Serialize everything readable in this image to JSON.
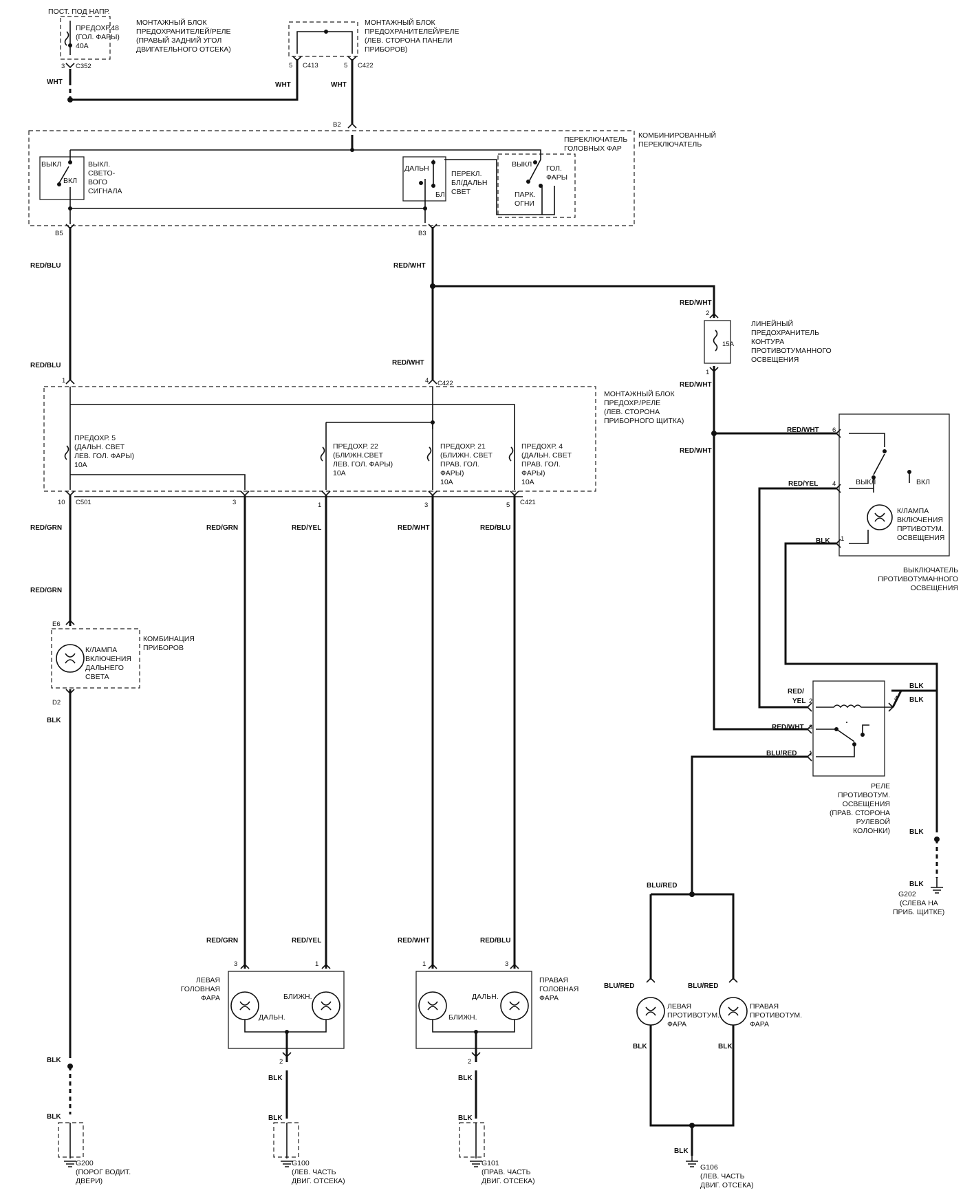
{
  "wire_colors": {
    "wht": "WHT",
    "red_blu": "RED/BLU",
    "red_wht": "RED/WHT",
    "red_grn": "RED/GRN",
    "red_yel": "RED/YEL",
    "red_slash": "RED/",
    "yel": "YEL",
    "blk": "BLK",
    "blu_red": "BLU/RED"
  },
  "connectors": {
    "c352": "C352",
    "c413": "C413",
    "c422": "C422",
    "c501": "C501",
    "c421": "C421",
    "b2": "B2",
    "b5": "B5",
    "b3": "B3",
    "e6": "E6",
    "d2": "D2"
  },
  "pins": {
    "p1": "1",
    "p2": "2",
    "p3": "3",
    "p4": "4",
    "p5": "5",
    "p6": "6",
    "p10": "10"
  },
  "labels": {
    "hot": "ПОСТ. ПОД НАПР.",
    "fuse48": [
      "ПРЕДОХР.48",
      "(ГОЛ. ФАРЫ)",
      "40А"
    ],
    "uhf_block": [
      "МОНТАЖНЫЙ БЛОК",
      "ПРЕДОХРАНИТЕЛЕЙ/РЕЛЕ",
      "(ПРАВЫЙ ЗАДНИЙ УГОЛ",
      "ДВИГАТЕЛЬНОГО ОТСЕКА)"
    ],
    "dash_block": [
      "МОНТАЖНЫЙ БЛОК",
      "ПРЕДОХРАНИТЕЛЕЙ/РЕЛЕ",
      "(ЛЕВ. СТОРОНА ПАНЕЛИ",
      "ПРИБОРОВ)"
    ],
    "headlight_switch": [
      "ПЕРЕКЛЮЧАТЕЛЬ",
      "ГОЛОВНЫХ ФАР"
    ],
    "combination_switch": [
      "КОМБИНИРОВАННЫЙ",
      "ПЕРЕКЛЮЧАТЕЛЬ"
    ],
    "off": "ВЫКЛ",
    "on": "ВКЛ",
    "passing": [
      "ВЫКЛ.",
      "СВЕТО-",
      "ВОГО",
      "СИГНАЛА"
    ],
    "high": "ДАЛЬН",
    "low_short": "БЛ",
    "dimmer": [
      "ПЕРЕКЛ.",
      "БЛ/ДАЛЬН",
      "СВЕТ"
    ],
    "head_pos": [
      "ГОЛ.",
      "ФАРЫ"
    ],
    "park_pos": [
      "ПАРК.",
      "ОГНИ"
    ],
    "inline_fuse": [
      "ЛИНЕЙНЫЙ",
      "ПРЕДОХРАНИТЕЛЬ",
      "КОНТУРА",
      "ПРОТИВОТУМАННОГО",
      "ОСВЕЩЕНИЯ"
    ],
    "fuse15": "15А",
    "dash_block2": [
      "МОНТАЖНЫЙ БЛОК",
      "ПРЕДОХР./РЕЛЕ",
      "(ЛЕВ. СТОРОНА",
      "ПРИБОРНОГО ЩИТКА)"
    ],
    "fuse5": [
      "ПРЕДОХР. 5",
      "(ДАЛЬН. СВЕТ",
      "ЛЕВ. ГОЛ. ФАРЫ)",
      "10А"
    ],
    "fuse22": [
      "ПРЕДОХР. 22",
      "(БЛИЖН.СВЕТ",
      "ЛЕВ. ГОЛ. ФАРЫ)",
      "10А"
    ],
    "fuse21": [
      "ПРЕДОХР. 21",
      "(БЛИЖН. СВЕТ",
      "ПРАВ. ГОЛ.",
      "ФАРЫ)",
      "10А"
    ],
    "fuse4": [
      "ПРЕДОХР. 4",
      "(ДАЛЬН. СВЕТ",
      "ПРАВ. ГОЛ.",
      "ФАРЫ)",
      "10А"
    ],
    "fog_ind": [
      "К/ЛАМПА",
      "ВКЛЮЧЕНИЯ",
      "ПРТИВОТУМ.",
      "ОСВЕЩЕНИЯ"
    ],
    "fog_switch": [
      "ВЫКЛЮЧАТЕЛЬ",
      "ПРОТИВОТУМАННОГО",
      "ОСВЕЩЕНИЯ"
    ],
    "cluster": [
      "КОМБИНАЦИЯ",
      "ПРИБОРОВ"
    ],
    "high_ind": [
      "К/ЛАМПА",
      "ВКЛЮЧЕНИЯ",
      "ДАЛЬНЕГО",
      "СВЕТА"
    ],
    "fog_relay": [
      "РЕЛЕ",
      "ПРОТИВОТУМ.",
      "ОСВЕЩЕНИЯ",
      "(ПРАВ. СТОРОНА",
      "РУЛЕВОЙ",
      "КОЛОНКИ)"
    ],
    "g202": [
      "G202",
      "(СЛЕВА НА",
      "ПРИБ. ЩИТКЕ)"
    ],
    "left_head": [
      "ЛЕВАЯ",
      "ГОЛОВНАЯ",
      "ФАРА"
    ],
    "right_head": [
      "ПРАВАЯ",
      "ГОЛОВНАЯ",
      "ФАРА"
    ],
    "low_beam": "БЛИЖН.",
    "high_beam": "ДАЛЬН.",
    "left_fog": [
      "ЛЕВАЯ",
      "ПРОТИВОТУМ.",
      "ФАРА"
    ],
    "right_fog": [
      "ПРАВАЯ",
      "ПРОТИВОТУМ.",
      "ФАРА"
    ],
    "g200": [
      "G200",
      "(ПОРОГ ВОДИТ.",
      "ДВЕРИ)"
    ],
    "g100": [
      "G100",
      "(ЛЕВ. ЧАСТЬ",
      "ДВИГ. ОТСЕКА)"
    ],
    "g101": [
      "G101",
      "(ПРАВ. ЧАСТЬ",
      "ДВИГ. ОТСЕКА)"
    ],
    "g106": [
      "G106",
      "(ЛЕВ. ЧАСТЬ",
      "ДВИГ. ОТСЕКА)"
    ]
  }
}
